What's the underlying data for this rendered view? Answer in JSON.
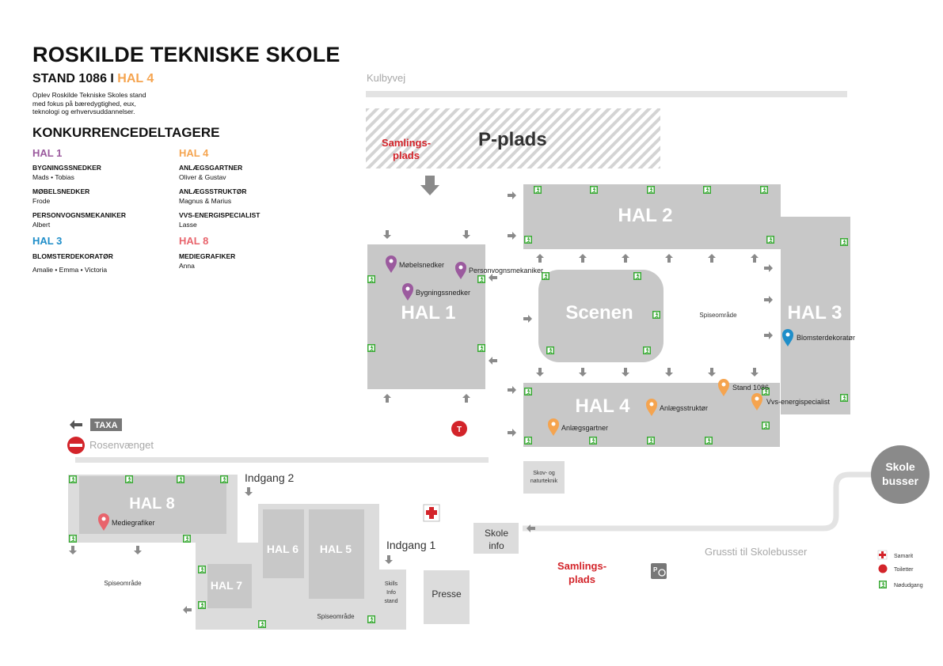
{
  "header": {
    "title": "ROSKILDE TEKNISKE SKOLE",
    "stand_prefix": "STAND 1086 I ",
    "stand_hall": "HAL 4",
    "intro_lines": [
      "Oplev Roskilde Tekniske Skoles stand",
      "med fokus på bæredygtighed, eux,",
      "teknologi og erhvervsuddannelser."
    ],
    "competitors_title": "KONKURRENCEDELTAGERE"
  },
  "competitors": {
    "left": [
      {
        "hall": "HAL 1",
        "color": "#9b5a9e",
        "entries": [
          {
            "role": "BYGNINGSSNEDKER",
            "names": "Mads • Tobias"
          },
          {
            "role": "MØBELSNEDKER",
            "names": "Frode"
          },
          {
            "role": "PERSONVOGNSMEKANIKER",
            "names": "Albert"
          }
        ]
      },
      {
        "hall": "HAL 3",
        "color": "#1f8ec9",
        "entries": [
          {
            "role": "BLOMSTERDEKORATØR",
            "names": "Amalie • Emma • Victoria"
          }
        ]
      }
    ],
    "right": [
      {
        "hall": "HAL 4",
        "color": "#f5a44f",
        "entries": [
          {
            "role": "ANLÆGSGARTNER",
            "names": "Oliver & Gustav"
          },
          {
            "role": "ANLÆGSSTRUKTØR",
            "names": "Magnus & Marius"
          },
          {
            "role": "VVS-ENERGISPECIALIST",
            "names": "Lasse"
          }
        ]
      },
      {
        "hall": "HAL 8",
        "color": "#e8646c",
        "entries": [
          {
            "role": "MEDIEGRAFIKER",
            "names": "Anna"
          }
        ]
      }
    ]
  },
  "map": {
    "streets": {
      "kulbyvej": "Kulbyvej",
      "rosenvaenget": "Rosenvænget",
      "grussti": "Grussti til Skolebusser"
    },
    "parking": "P-plads",
    "gathering_line1": "Samlings-",
    "gathering_line2": "plads",
    "halls": {
      "hal1": "HAL 1",
      "hal2": "HAL 2",
      "hal3": "HAL 3",
      "hal4": "HAL 4",
      "hal5": "HAL 5",
      "hal6": "HAL 6",
      "hal7": "HAL 7",
      "hal8": "HAL 8"
    },
    "stage": "Scenen",
    "dining": "Spiseområde",
    "taxa": "TAXA",
    "skov_line1": "Skov- og",
    "skov_line2": "naturteknik",
    "entrance1": "Indgang 1",
    "entrance2": "Indgang 2",
    "skoleinfo_line1": "Skole",
    "skoleinfo_line2": "info",
    "skills_lines": [
      "Skills",
      "Info",
      "stand"
    ],
    "presse": "Presse",
    "bus_line1": "Skole",
    "bus_line2": "busser",
    "toilet_letter": "T",
    "pins": {
      "mobelsnedker": "Møbelsnedker",
      "personvogn": "Personvognsmekaniker",
      "bygning": "Bygningssnedker",
      "blomster": "Blomsterdekoratør",
      "stand1086": "Stand 1086",
      "vvs": "Vvs-energispecialist",
      "anlaegsstruktor": "Anlægsstruktør",
      "anlaegsgartner": "Anlægsgartner",
      "mediegrafiker": "Mediegrafiker"
    },
    "legend": {
      "samarit": "Samarit",
      "toiletter": "Toiletter",
      "nodudgang": "Nødudgang"
    },
    "colors": {
      "hall": "#c8c8c8",
      "building": "#dcdcdc",
      "purple": "#9b5a9e",
      "orange": "#f5a44f",
      "blue": "#1f8ec9",
      "pink": "#e8646c",
      "red": "#d3242a",
      "green": "#3aaa35",
      "arrow": "#8a8a8a"
    }
  }
}
